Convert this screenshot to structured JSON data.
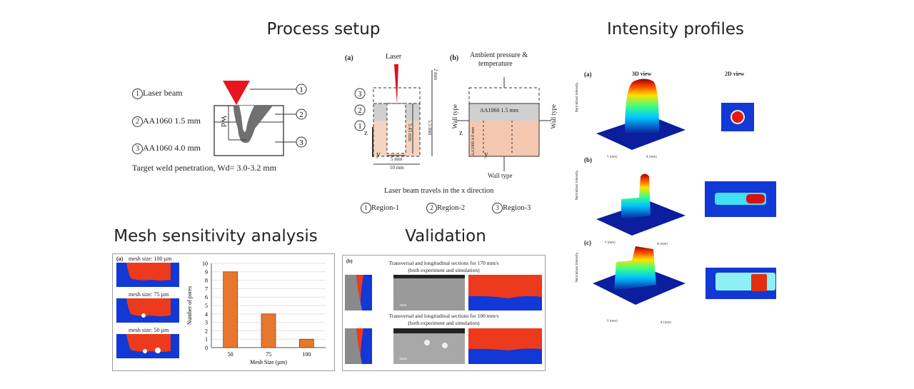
{
  "titles": {
    "process_setup": "Process setup",
    "intensity_profiles": "Intensity profiles",
    "mesh_sensitivity": "Mesh sensitivity analysis",
    "validation": "Validation"
  },
  "process_left": {
    "legend": [
      {
        "num": "1",
        "label": "Laser beam"
      },
      {
        "num": "2",
        "label": "AA1060 1.5 mm"
      },
      {
        "num": "3",
        "label": "AA1060 4.0 mm"
      }
    ],
    "wd_label": "Wd",
    "caption": "Target weld penetration, Wd= 3.0-3.2 mm"
  },
  "process_right": {
    "panel_a": "(a)",
    "panel_b": "(b)",
    "laser": "Laser",
    "ambient": "Ambient pressure &",
    "ambient2": "temperature",
    "dim_2mm": "2 mm",
    "dim_55mm": "5.5 mm",
    "dim_545mm": "5.45 mm",
    "dim_5mm": "5 mm",
    "dim_10mm": "10 mm",
    "top_plate": "AA1060 1.5 mm",
    "bottom_plate": "AA1060 4.0 mm",
    "wall_type": "Wall type",
    "axis_z": "z",
    "axis_y": "y",
    "travel": "Laser beam travels in the x direction",
    "regions": [
      {
        "num": "1",
        "label": "Region-1"
      },
      {
        "num": "2",
        "label": "Region-2"
      },
      {
        "num": "3",
        "label": "Region-3"
      }
    ]
  },
  "mesh": {
    "panel": "(a)",
    "labels": [
      "mesh size: 100 µm",
      "mesh size: 75 µm",
      "mesh size: 50 µm"
    ]
  },
  "chart_data": {
    "type": "bar",
    "categories": [
      "50",
      "75",
      "100"
    ],
    "values": [
      9,
      4,
      1
    ],
    "xlabel": "Mesh Size (µm)",
    "ylabel": "Number of pores",
    "ylim": [
      0,
      10
    ],
    "yticks": [
      "0",
      "1",
      "2",
      "3",
      "4",
      "5",
      "6",
      "7",
      "8",
      "9",
      "10"
    ],
    "grid": true,
    "color": "#e8772e"
  },
  "validation": {
    "panel": "(b)",
    "row1_line1": "Transversal and longitudinal sections for 170 mm/s",
    "row1_line2": "(both experiment and simulation)",
    "row2_line1": "Transversal and longitudinal sections for 100 mm/s",
    "row2_line2": "(both experiment and simulation)",
    "scale": "1mm"
  },
  "intensity": {
    "col_3d": "3D view",
    "col_2d": "2D view",
    "panels": [
      "(a)",
      "(b)",
      "(c)"
    ],
    "zlabel": "Normalized Intensity",
    "xlabel": "X (mm)",
    "ylabel": "Y (mm)"
  },
  "colors": {
    "melt": "#ee3a1c",
    "solid": "#1238d6",
    "laser": "#e8141e",
    "plate": "#f4c9b0"
  }
}
